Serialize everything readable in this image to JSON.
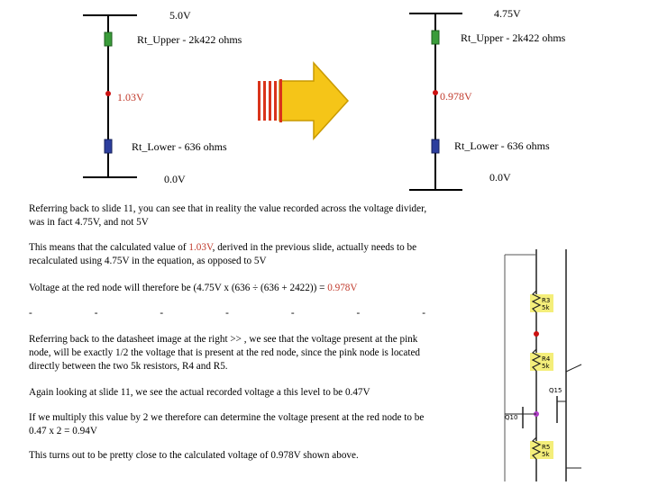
{
  "left_circuit": {
    "top_voltage": "5.0V",
    "upper_resistor": "Rt_Upper - 2k422 ohms",
    "node_voltage": "1.03V",
    "lower_resistor": "Rt_Lower - 636 ohms",
    "bottom_voltage": "0.0V"
  },
  "right_circuit": {
    "top_voltage": "4.75V",
    "upper_resistor": "Rt_Upper - 2k422 ohms",
    "node_voltage": "0.978V",
    "lower_resistor": "Rt_Lower - 636 ohms",
    "bottom_voltage": "0.0V"
  },
  "text": {
    "p1": "Referring back to slide 11, you can see that in reality the value recorded across the voltage divider, was in fact 4.75V, and not 5V",
    "p2_a": "This means that the calculated value of ",
    "p2_value": "1.03V",
    "p2_b": ", derived in the previous slide, actually needs to be recalculated using 4.75V in the equation, as opposed to 5V",
    "p3_a": "Voltage at the red node will therefore be (4.75V x (636 ÷ (636 + 2422)) = ",
    "p3_value": "0.978V",
    "separators": [
      "-",
      "-",
      "-",
      "-",
      "-",
      "-",
      "-"
    ],
    "p4": "Referring back to the datasheet image at the right >> , we see that the voltage present at the pink node, will be exactly 1/2 the voltage that is present at the red node, since the pink node is located directly between the two 5k resistors, R4 and R5.",
    "p5": "Again looking at slide 11, we see the actual recorded voltage a this level to be 0.47V",
    "p6": "If we multiply this value by 2 we therefore can determine the voltage present at the red node to be 0.47 x 2 = 0.94V",
    "p7": "This turns out to be pretty close to the calculated voltage of 0.978V shown above."
  },
  "datasheet": {
    "labels": [
      {
        "ref": "R3",
        "value": "5k"
      },
      {
        "ref": "R4",
        "value": "5k"
      },
      {
        "ref": "R5",
        "value": "5k"
      }
    ],
    "q_labels": [
      "Q15",
      "Q10"
    ]
  },
  "colors": {
    "upper_resistor": "#3a9c3a",
    "lower_resistor": "#2c3e9e",
    "red_node_text": "#c0392b",
    "arrow_fill": "#f5c518",
    "arrow_stripes": "#d9341b",
    "datasheet_highlight": "#f4ee7a",
    "red_node": "#cc1111",
    "pink_node": "#b03cc8"
  }
}
